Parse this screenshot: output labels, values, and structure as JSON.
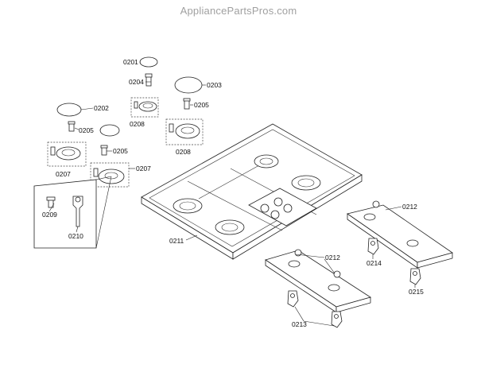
{
  "watermark": "AppliancePartsPros.com",
  "callouts": {
    "c0201": "0201",
    "c0202": "0202",
    "c0203": "0203",
    "c0204": "0204",
    "c0205a": "0205",
    "c0205b": "0205",
    "c0205c": "0205",
    "c0207a": "0207",
    "c0207b": "0207",
    "c0208a": "0208",
    "c0208b": "0208",
    "c0209": "0209",
    "c0210": "0210",
    "c0211": "0211",
    "c0212a": "0212",
    "c0212b": "0212",
    "c0213": "0213",
    "c0214": "0214",
    "c0215": "0215"
  }
}
